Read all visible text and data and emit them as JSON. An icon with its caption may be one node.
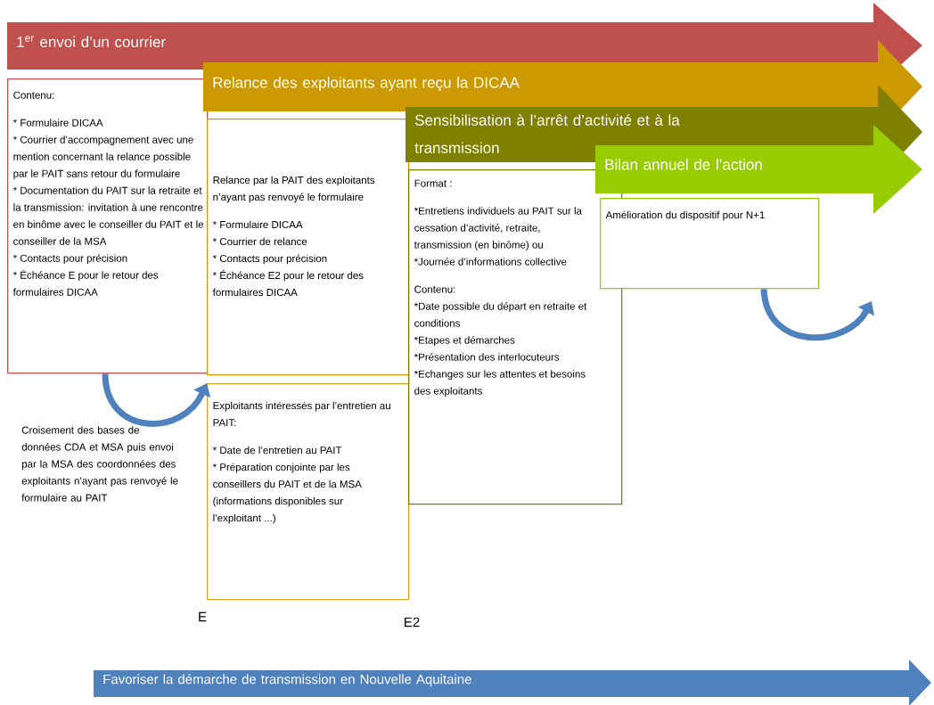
{
  "diagram": {
    "nodes": [
      {
        "text": [
          "1$^{er}$ envoi d’un courrier"
        ]
      },
      {
        "text": [
          "Contenu:",
          "* Formulaire DICAA",
          "* Courrier d’accompagnement avec une mention concernant la relance possible par le PAIT sans retour du formulaire",
          "* Documentation du PAIT sur la retraite et la transmission: invitation à une rencontre en binôme avec le conseiller du PAIT et le conseiller de la MSA",
          "* Contacts pour précision",
          "* Échéance E pour le retour des formulaires DICAA"
        ]
      },
      {
        "text": [
          "Relance des exploitants ayant reçu la DICAA"
        ]
      },
      {
        "text": [
          "Relance par la PAIT des exploitants n’ayant pas renvoyé le formulaire",
          "* Formulaire DICAA",
          "* Courrier de relance",
          "* Contacts pour précision",
          "* Échéance E2 pour le retour des formulaires DICAA"
        ]
      },
      {
        "text": [
          "Exploitants intéressés par l’entretien au PAIT:",
          "* Date de l’entretien au PAIT",
          "* Préparation conjointe par les conseillers du PAIT et de la MSA (informations disponibles sur l’exploitant ...)"
        ]
      },
      {
        "text": [
          "Sensibilisation à l’arrêt d’activité et à la transmission"
        ]
      },
      {
        "text": [
          "Format :",
          "*Entretiens individuels au PAIT sur la cessation d’activité, retraite, transmission (en binôme) ou",
          "*Journée d’informations collective",
          "Contenu:",
          "*Date possible du départ en retraite et conditions",
          "*Etapes et démarches",
          "*Présentation des interlocuteurs",
          "*Echanges sur les attentes et besoins des exploitants"
        ]
      },
      {
        "text": [
          "Bilan annuel de l’action"
        ]
      },
      {
        "text": [
          "Amélioration du dispositif pour N+1"
        ]
      },
      {
        "text": [
          "Favoriser la démarche de transmission en Nouvelle Aquitaine"
        ]
      }
    ],
    "edges": [
      {
        "from": 1,
        "to": 4,
        "arrow": "to",
        "label": "Croisement des bases de données CDA et MSA puis envoi par la MSA des coordonnées des exploitants n’ayant pas renvoyé le formulaire au PAIT"
      },
      {
        "from": 8,
        "to": null,
        "arrow": "to"
      }
    ],
    "labels": [
      "E",
      "E2"
    ]
  }
}
